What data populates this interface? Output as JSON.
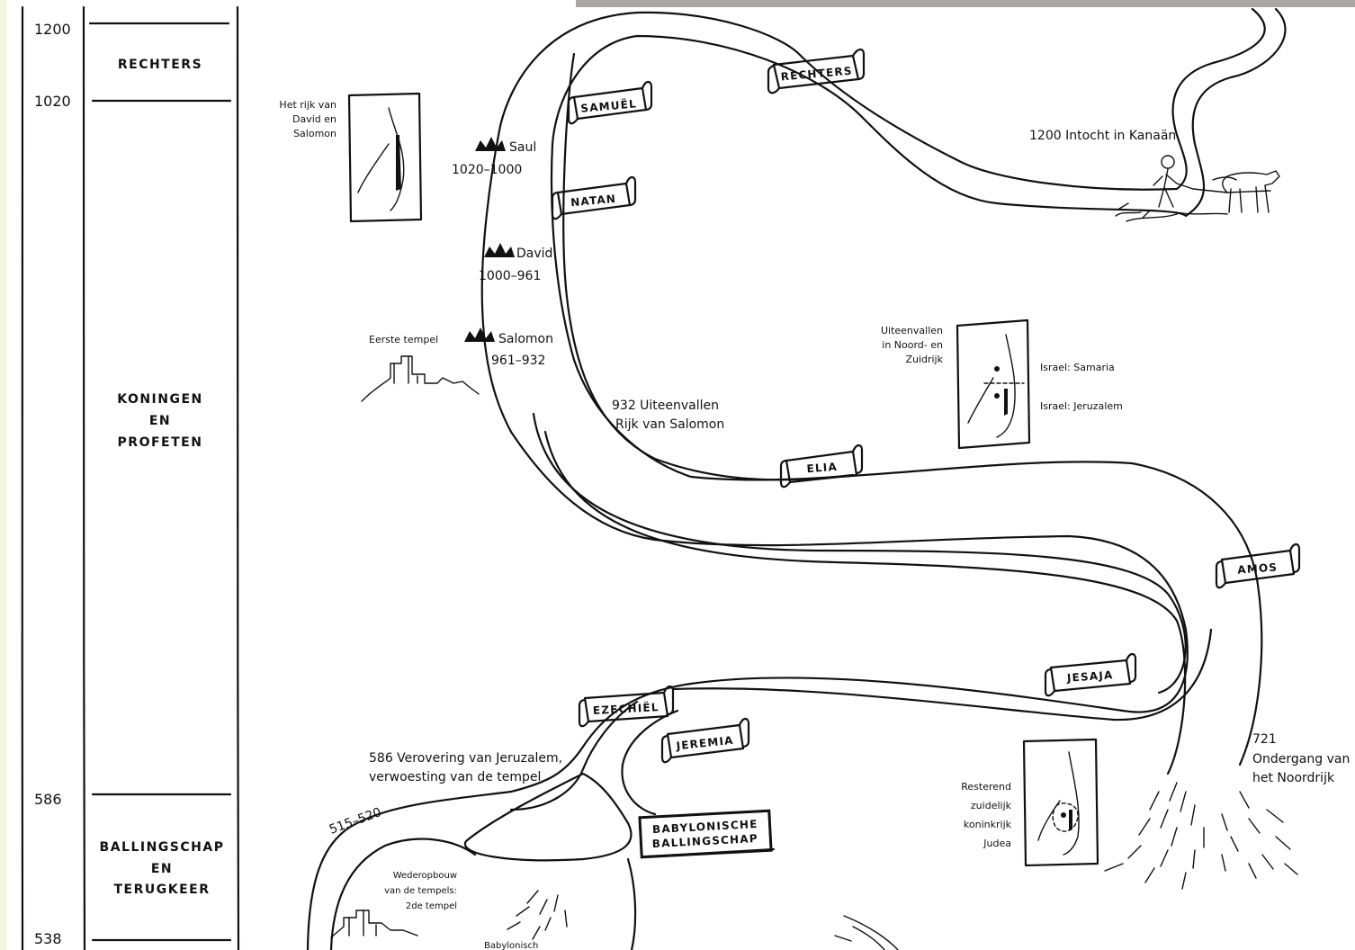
{
  "timeline": {
    "years": [
      "1200",
      "1020",
      "586",
      "538"
    ],
    "eras": [
      {
        "lines": [
          "RECHTERS"
        ]
      },
      {
        "lines": [
          "KONINGEN",
          "EN",
          "PROFETEN"
        ]
      },
      {
        "lines": [
          "BALLINGSCHAP",
          "EN",
          "TERUGKEER"
        ]
      }
    ]
  },
  "banners": {
    "rechters": "RECHTERS",
    "samuel": "SAMUËL",
    "natan": "NATAN",
    "elia": "ELIA",
    "amos": "AMOS",
    "jesaja": "JESAJA",
    "ezechiel": "EZECHIËL",
    "jeremia": "JEREMIA",
    "babylonische": [
      "BABYLONISCHE",
      "BALLINGSCHAP"
    ]
  },
  "kings": [
    {
      "name": "Saul",
      "years": "1020–1000",
      "icon": "crown-icon"
    },
    {
      "name": "David",
      "years": "1000–961",
      "icon": "crown-icon"
    },
    {
      "name": "Salomon",
      "years": "961–932",
      "icon": "crown-icon"
    }
  ],
  "notes": {
    "intocht": "1200 Intocht in Kanaän",
    "rijk_david": [
      "Het rijk van",
      "David en",
      "Salomon"
    ],
    "eerste_tempel": "Eerste tempel",
    "uiteenvallen_rijk": [
      "932 Uiteenvallen",
      "Rijk van Salomon"
    ],
    "uiteenvallen_map": [
      "Uiteenvallen",
      "in Noord- en",
      "Zuidrijk"
    ],
    "israel_samaria": "Israel: Samaria",
    "israel_jeruzalem": "Israel: Jeruzalem",
    "ondergang": [
      "721",
      "Ondergang van",
      "het Noordrijk"
    ],
    "resterend": [
      "Resterend",
      "zuidelijk",
      "koninkrijk",
      "Judea"
    ],
    "verovering": [
      "586 Verovering van Jeruzalem,",
      "verwoesting van de tempel"
    ],
    "period_515": "515–520",
    "wederopbouw": [
      "Wederopbouw",
      "van de tempels:",
      "2de tempel"
    ],
    "babylonisch": "Babylonisch"
  },
  "colors": {
    "ink": "#111111",
    "paper": "#ffffff",
    "margin": "#f3f5df",
    "topbar": "#a9a6a6"
  }
}
